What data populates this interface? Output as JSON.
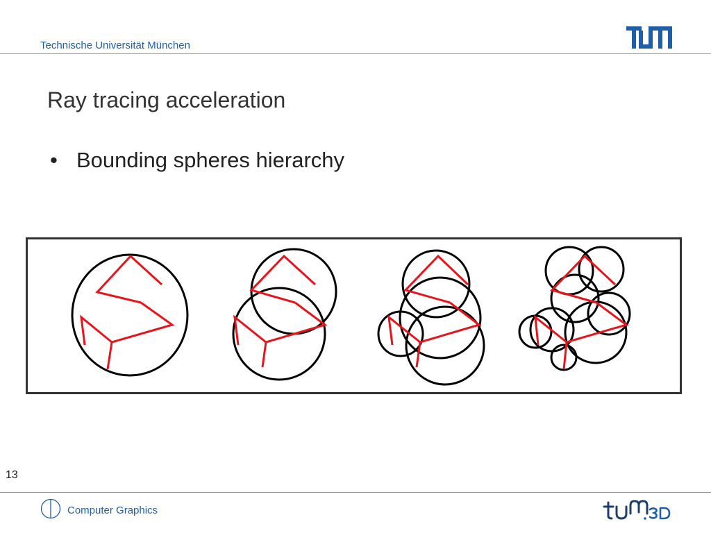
{
  "header": {
    "institution": "Technische Universität München"
  },
  "slide": {
    "title": "Ray tracing acceleration",
    "bullets": [
      {
        "marker": "•",
        "text": "Bounding spheres hierarchy"
      }
    ]
  },
  "figure": {
    "description_icons": [
      "tum-logo",
      "tum3d-logo",
      "computer-graphics-icon"
    ],
    "stroke_colors": {
      "curve": "#e8141b",
      "spheres": "#000000",
      "frame": "#333333"
    }
  },
  "footer": {
    "page_number": "13",
    "course": "Computer Graphics"
  },
  "colors": {
    "accent": "#1f5fa8",
    "rule": "#6f9fd0"
  }
}
